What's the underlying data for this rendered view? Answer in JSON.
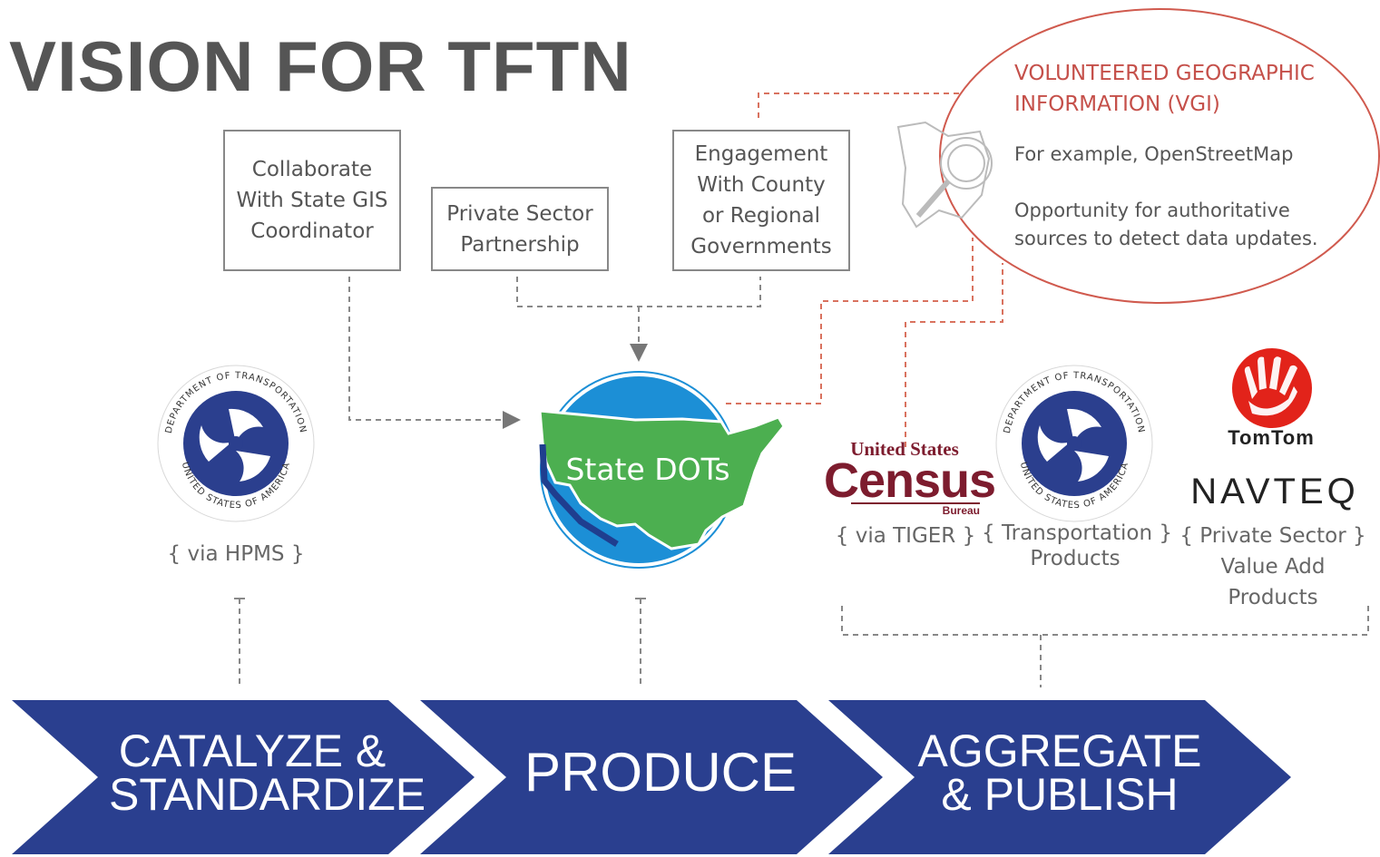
{
  "title": "VISION FOR TFTN",
  "boxes": [
    {
      "lines": [
        "Collaborate",
        "With State GIS",
        "Coordinator"
      ]
    },
    {
      "lines": [
        "Private Sector",
        "Partnership"
      ]
    },
    {
      "lines": [
        "Engagement",
        "With County",
        "or Regional",
        "Governments"
      ]
    }
  ],
  "vgi": {
    "title_lines": [
      "VOLUNTEERED GEOGRAPHIC",
      "INFORMATION (VGI)"
    ],
    "example": "For example, OpenStreetMap",
    "opportunity_lines": [
      "Opportunity for authoritative",
      "sources to detect data updates."
    ]
  },
  "state_dots": "State DOTs",
  "dot_seal": {
    "top_text": "DEPARTMENT OF TRANSPORTATION",
    "bottom_text": "UNITED STATES OF AMERICA"
  },
  "labels": {
    "hpms": "{ via HPMS }",
    "tiger": "{ via TIGER }",
    "transportation": [
      "{ Transportation }",
      "Products"
    ],
    "private_sector": [
      "{ Private Sector }",
      "Value Add",
      "Products"
    ]
  },
  "logos": {
    "census_top": "United States",
    "census_word": "Census",
    "census_bureau": "Bureau",
    "tomtom": "TomTom",
    "navteq": "NAVTEQ"
  },
  "stages": [
    {
      "lines": [
        "CATALYZE &",
        "STANDARDIZE"
      ]
    },
    {
      "lines": [
        "PRODUCE"
      ]
    },
    {
      "lines": [
        "AGGREGATE",
        "& PUBLISH"
      ]
    }
  ],
  "colors": {
    "chevron": "#2a3f8f",
    "seal_blue": "#2b3f8e",
    "globe_blue": "#1c8fd6",
    "land_green": "#4caf50",
    "vgi_red": "#d05a4e",
    "tomtom_red": "#e2231a"
  }
}
